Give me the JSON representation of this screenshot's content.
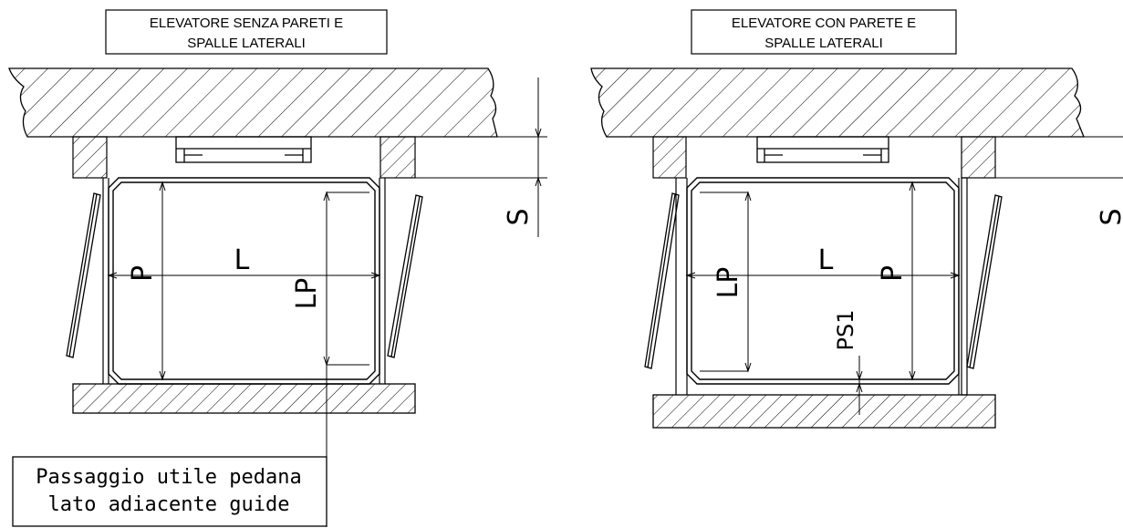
{
  "left_view": {
    "title_line1": "ELEVATORE SENZA PARETI E",
    "title_line2": "SPALLE LATERALI",
    "dim_L": "L",
    "dim_P": "P",
    "dim_LP": "LP",
    "dim_S": "S"
  },
  "right_view": {
    "title_line1": "ELEVATORE CON PARETE E",
    "title_line2": "SPALLE LATERALI",
    "dim_L": "L",
    "dim_P": "P",
    "dim_LP": "LP",
    "dim_PS1": "PS1",
    "dim_S": "S"
  },
  "callout": {
    "line1": "Passaggio utile pedana",
    "line2": "lato adiacente guide"
  }
}
